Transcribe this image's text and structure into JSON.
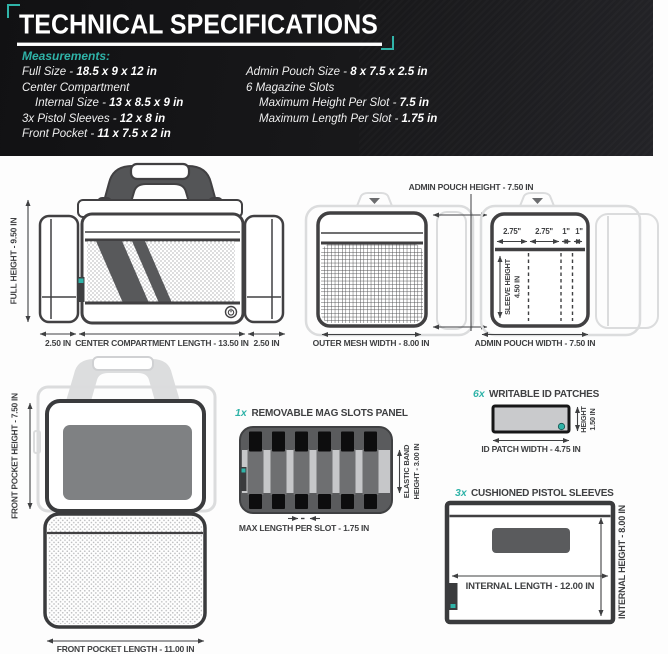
{
  "accent_color": "#2FB3A8",
  "line_color": "#3F4042",
  "header_bg": "#151517",
  "header": {
    "title": "TECHNICAL SPECIFICATIONS",
    "measurements_label": "Measurements:",
    "left": [
      {
        "label": "Full Size - ",
        "value": "18.5 x 9 x 12 in"
      },
      {
        "label": "Center Compartment",
        "value": ""
      },
      {
        "label": "Internal Size - ",
        "value": "13 x 8.5 x 9 in"
      },
      {
        "label": "3x Pistol Sleeves - ",
        "value": "12 x 8 in"
      },
      {
        "label": "Front Pocket - ",
        "value": "11 x 7.5 x 2 in"
      }
    ],
    "right": [
      {
        "label": "Admin Pouch Size - ",
        "value": "8 x 7.5 x 2.5 in"
      },
      {
        "label": "6 Magazine Slots",
        "value": ""
      },
      {
        "label": "Maximum Height Per Slot - ",
        "value": "7.5 in"
      },
      {
        "label": "Maximum Length Per Slot - ",
        "value": "1.75 in"
      }
    ]
  },
  "diagrams": {
    "bag_front": {
      "full_height": "FULL HEIGHT - 9.50 IN",
      "dim_left": "2.50 IN",
      "dim_center": "CENTER COMPARTMENT LENGTH - 13.50 IN",
      "dim_right": "2.50 IN"
    },
    "mesh_pouch": {
      "width_label": "OUTER MESH WIDTH - 8.00 IN"
    },
    "admin_pouch": {
      "height_label": "ADMIN POUCH HEIGHT - 7.50 IN",
      "width_label": "ADMIN POUCH WIDTH - 7.50 IN",
      "slots": [
        "2.75''",
        "2.75''",
        "1''",
        "1''"
      ],
      "sleeve_line1": "SLEEVE HEIGHT",
      "sleeve_line2": "4.50 IN"
    },
    "front_pocket": {
      "height_label": "FRONT POCKET HEIGHT - 7.50 IN",
      "length_label": "FRONT POCKET LENGTH - 11.00 IN"
    },
    "mag_panel": {
      "count": "1x",
      "title": "REMOVABLE MAG SLOTS PANEL",
      "band_line1": "ELASTIC BAND",
      "band_line2": "HEIGHT - 3.00 IN",
      "slot_label": "MAX LENGTH PER SLOT - 1.75 IN"
    },
    "id_patch": {
      "count": "6x",
      "title": "WRITABLE ID PATCHES",
      "height_line1": "HEIGHT",
      "height_line2": "1.50 IN",
      "width_label": "ID PATCH WIDTH - 4.75 IN"
    },
    "pistol_sleeve": {
      "count": "3x",
      "title": "CUSHIONED PISTOL SLEEVES",
      "length_label": "INTERNAL LENGTH - 12.00 IN",
      "height_label": "INTERNAL HEIGHT - 8.00 IN"
    }
  }
}
